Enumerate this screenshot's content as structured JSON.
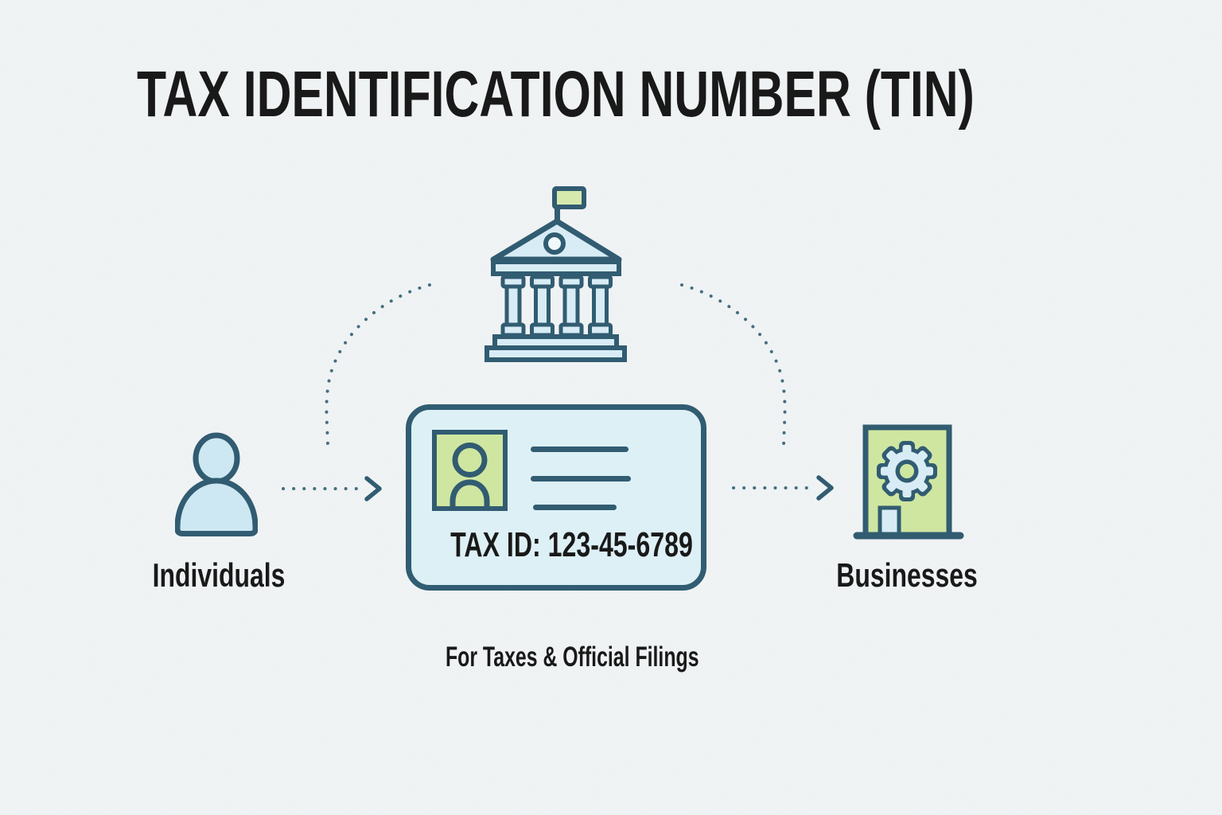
{
  "title": "TAX IDENTIFICATION NUMBER (TIN)",
  "diagram": {
    "authority": {
      "icon": "bank-icon"
    },
    "individuals": {
      "label": "Individuals",
      "icon": "person-icon"
    },
    "businesses": {
      "label": "Businesses",
      "icon": "building-gear-icon"
    },
    "card": {
      "tax_id": "TAX ID: 123-45-6789",
      "photo_icon": "person-photo-icon",
      "detail_line_count": 3
    },
    "caption": "For Taxes & Official Filings"
  },
  "colors": {
    "background": "#f2f5f6",
    "outline_teal": "#315c71",
    "light_blue": "#d8ecf5",
    "card_blue": "#ddf0f6",
    "person_blue": "#cde7f3",
    "green": "#cfe6a1",
    "flag_green": "#d6eaae",
    "dots": "#456f80",
    "text": "#191919"
  }
}
